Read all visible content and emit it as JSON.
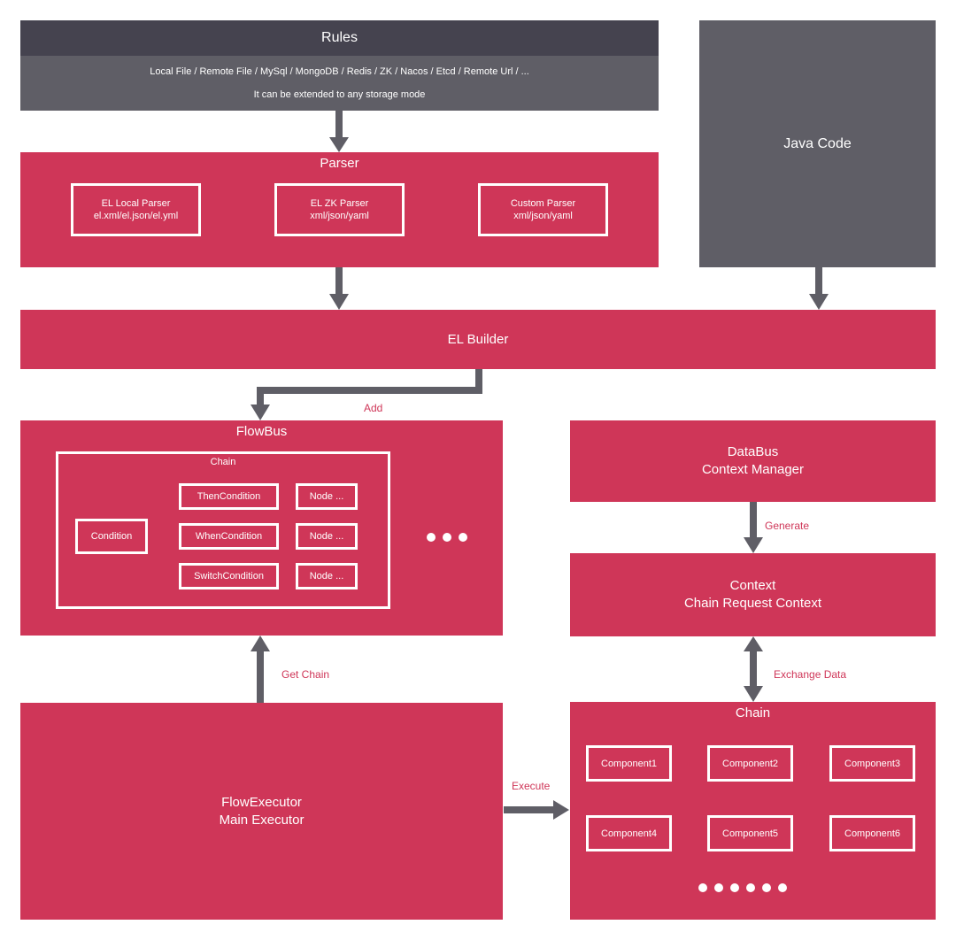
{
  "rules": {
    "title": "Rules",
    "sources": "Local File / Remote File / MySql / MongoDB / Redis / ZK / Nacos / Etcd / Remote Url / ...",
    "note": "It can be extended to any storage mode"
  },
  "java_code": {
    "title": "Java Code"
  },
  "parser": {
    "title": "Parser",
    "items": [
      {
        "name": "EL Local Parser",
        "formats": "el.xml/el.json/el.yml"
      },
      {
        "name": "EL ZK Parser",
        "formats": "xml/json/yaml"
      },
      {
        "name": "Custom Parser",
        "formats": "xml/json/yaml"
      }
    ]
  },
  "el_builder": {
    "title": "EL Builder"
  },
  "edges": {
    "add": "Add",
    "get_chain": "Get Chain",
    "execute": "Execute",
    "generate": "Generate",
    "exchange_data": "Exchange  Data"
  },
  "flowbus": {
    "title": "FlowBus",
    "chain_label": "Chain",
    "condition": "Condition",
    "branches": [
      {
        "condition": "ThenCondition",
        "node": "Node ..."
      },
      {
        "condition": "WhenCondition",
        "node": "Node ..."
      },
      {
        "condition": "SwitchCondition",
        "node": "Node ..."
      }
    ]
  },
  "databus": {
    "title": "DataBus",
    "subtitle": "Context Manager"
  },
  "context": {
    "title": "Context",
    "subtitle": "Chain Request Context"
  },
  "flow_executor": {
    "title": "FlowExecutor",
    "subtitle": "Main Executor"
  },
  "chain": {
    "title": "Chain",
    "components": [
      "Component1",
      "Component2",
      "Component3",
      "Component4",
      "Component5",
      "Component6"
    ]
  },
  "colors": {
    "primary": "#cf3658",
    "rules_bg": "#45434f",
    "java_bg": "#5f5e66",
    "arrow": "#5f5e66"
  }
}
